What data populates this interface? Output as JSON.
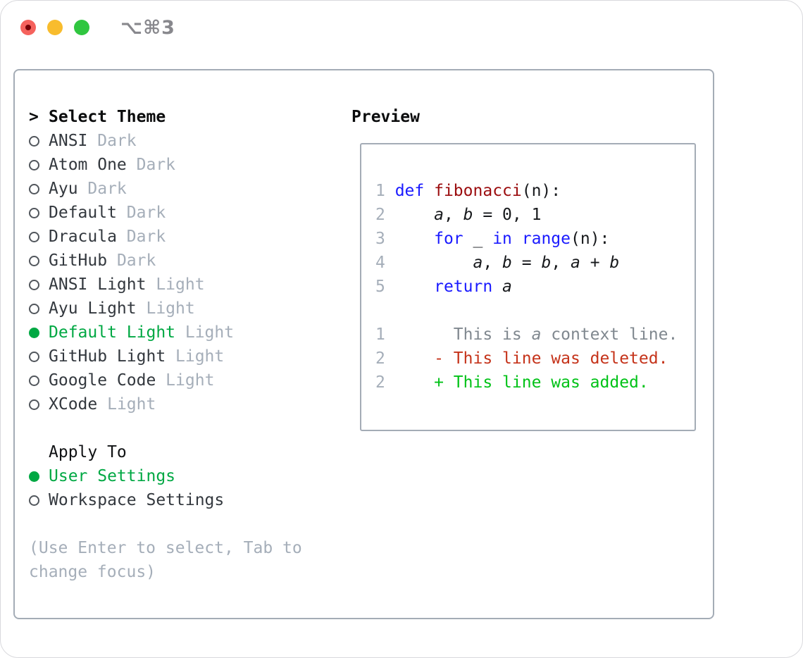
{
  "window": {
    "shortcut": "⌥⌘3",
    "traffic_lights": [
      "close",
      "minimize",
      "zoom"
    ]
  },
  "theme_selector": {
    "prompt": ">",
    "title": "Select Theme",
    "themes": [
      {
        "name": "ANSI",
        "variant": "Dark",
        "selected": false
      },
      {
        "name": "Atom One",
        "variant": "Dark",
        "selected": false
      },
      {
        "name": "Ayu",
        "variant": "Dark",
        "selected": false
      },
      {
        "name": "Default",
        "variant": "Dark",
        "selected": false
      },
      {
        "name": "Dracula",
        "variant": "Dark",
        "selected": false
      },
      {
        "name": "GitHub",
        "variant": "Dark",
        "selected": false
      },
      {
        "name": "ANSI Light",
        "variant": "Light",
        "selected": false
      },
      {
        "name": "Ayu Light",
        "variant": "Light",
        "selected": false
      },
      {
        "name": "Default Light",
        "variant": "Light",
        "selected": true
      },
      {
        "name": "GitHub Light",
        "variant": "Light",
        "selected": false
      },
      {
        "name": "Google Code",
        "variant": "Light",
        "selected": false
      },
      {
        "name": "XCode",
        "variant": "Light",
        "selected": false
      }
    ],
    "apply_to": {
      "title": "Apply To",
      "options": [
        {
          "name": "User Settings",
          "selected": true
        },
        {
          "name": "Workspace Settings",
          "selected": false
        }
      ]
    },
    "help_lines": [
      "(Use Enter to select, Tab to",
      "change focus)"
    ]
  },
  "preview": {
    "title": "Preview",
    "code_lines": [
      {
        "num": "1",
        "segments": [
          {
            "text": "def",
            "color": "keyword"
          },
          {
            "text": " "
          },
          {
            "text": "fibonacci",
            "color": "function"
          },
          {
            "text": "(n):"
          }
        ]
      },
      {
        "num": "2",
        "segments": [
          {
            "text": "    "
          },
          {
            "text": "a",
            "italic": true
          },
          {
            "text": ", "
          },
          {
            "text": "b",
            "italic": true
          },
          {
            "text": " = 0, 1"
          }
        ]
      },
      {
        "num": "3",
        "segments": [
          {
            "text": "    "
          },
          {
            "text": "for",
            "color": "keyword"
          },
          {
            "text": " _ "
          },
          {
            "text": "in",
            "color": "keyword"
          },
          {
            "text": " "
          },
          {
            "text": "range",
            "color": "keyword"
          },
          {
            "text": "(n):"
          }
        ]
      },
      {
        "num": "4",
        "segments": [
          {
            "text": "        "
          },
          {
            "text": "a",
            "italic": true
          },
          {
            "text": ", "
          },
          {
            "text": "b",
            "italic": true
          },
          {
            "text": " = "
          },
          {
            "text": "b",
            "italic": true
          },
          {
            "text": ", "
          },
          {
            "text": "a",
            "italic": true
          },
          {
            "text": " + "
          },
          {
            "text": "b",
            "italic": true
          }
        ]
      },
      {
        "num": "5",
        "segments": [
          {
            "text": "    "
          },
          {
            "text": "return",
            "color": "keyword"
          },
          {
            "text": " "
          },
          {
            "text": "a",
            "italic": true
          }
        ]
      }
    ],
    "diff_lines": [
      {
        "num": "1",
        "type": "context",
        "segments": [
          {
            "text": "      This is "
          },
          {
            "text": "a",
            "italic": true
          },
          {
            "text": " context line."
          }
        ]
      },
      {
        "num": "2",
        "type": "deleted",
        "segments": [
          {
            "text": "    - This line was deleted."
          }
        ]
      },
      {
        "num": "2",
        "type": "added",
        "segments": [
          {
            "text": "    + This line was added."
          }
        ]
      }
    ]
  },
  "colors": {
    "selected_green": "#00a843",
    "added_green": "#00c217",
    "deleted_red": "#c5331a",
    "function_red": "#9b0c0e",
    "keyword_blue": "#1a1aff",
    "muted_gray": "#a5aeb9",
    "border_gray": "#a4acb6"
  }
}
